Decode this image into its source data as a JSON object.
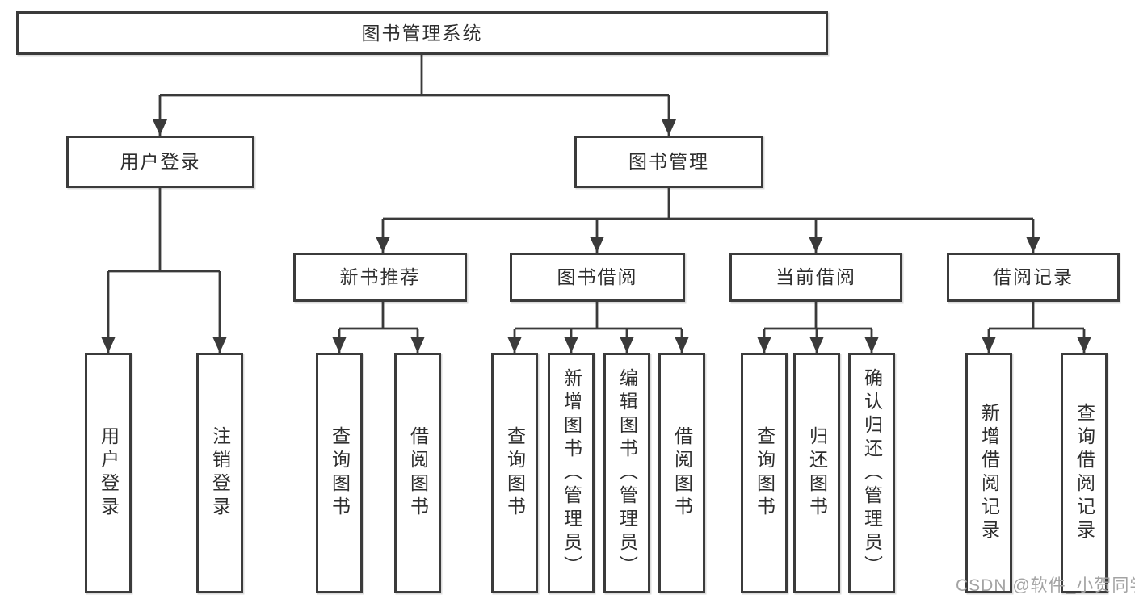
{
  "diagram": {
    "root": {
      "label": "图书管理系统"
    },
    "branches": {
      "user_login": {
        "label": "用户登录",
        "children": [
          "用户登录",
          "注销登录"
        ]
      },
      "book_management": {
        "label": "图书管理",
        "children": [
          {
            "label": "新书推荐",
            "children": [
              "查询图书",
              "借阅图书"
            ]
          },
          {
            "label": "图书借阅",
            "children": [
              "查询图书",
              "新增图书（管理员）",
              "编辑图书（管理员）",
              "借阅图书"
            ]
          },
          {
            "label": "当前借阅",
            "children": [
              "查询图书",
              "归还图书",
              "确认归还（管理员）"
            ]
          },
          {
            "label": "借阅记录",
            "children": [
              "新增借阅记录",
              "查询借阅记录"
            ]
          }
        ]
      }
    }
  },
  "watermark": "CSDN @软件_小贺同学",
  "colors": {
    "line": "#3a3a3a",
    "border": "#3b3b3b",
    "text": "#2e2e2e",
    "background": "#ffffff",
    "watermark": "#a3a3a3"
  }
}
